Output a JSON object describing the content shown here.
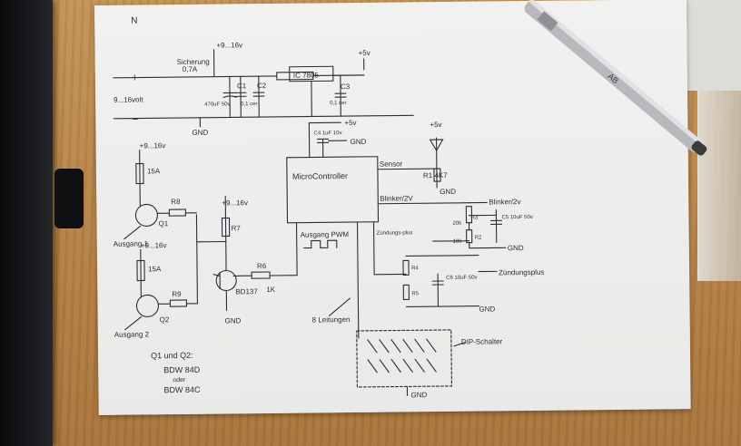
{
  "schematic": {
    "corner_mark": "N",
    "plus_sign": "+",
    "minus_sign": "−",
    "input_voltage": "9...16volt",
    "supply_pos_top": "+9...16v",
    "fuse_label": "Sicherung",
    "fuse_value": "0,7A",
    "c_elco": "470uF 50v",
    "c1": "C1",
    "c1_value": "0,1 cer",
    "c2": "C2",
    "regulator": "IC 7805",
    "c3": "C3",
    "c3_value": "0,1 cer",
    "plus5_top": "+5v",
    "gnd_top": "GND",
    "plus5_mcu": "+5v",
    "c4": "C4 1uF 10v",
    "gnd_mcu": "GND",
    "microcontroller": "MicroController",
    "sensor": "Sensor",
    "plus5_sensor": "+5v",
    "r1": "R1 4K7",
    "gnd_sensor": "GND",
    "blinker_2v": "Blinker/2V",
    "blinker_out": "Blinker/2v",
    "r3": "R3",
    "r3_value": "20k",
    "c5": "C5 10uF 50v",
    "r2": "R2",
    "r2_value": "10k",
    "gnd_c5": "GND",
    "zuendung_plus_left": "Zündungs-plus",
    "r4": "R4",
    "r5": "R5",
    "c6": "C6 10uF 50v",
    "zuendung_plus_out": "Zündungsplus",
    "gnd_c6": "GND",
    "pwm_label": "Ausgang PWM",
    "r6": "R6",
    "r6_value": "1K",
    "bd137": "BD137",
    "gnd_bd": "GND",
    "r7": "R7",
    "supply_r7": "+9...16v",
    "supply_q1": "+9...16v",
    "fuse_q1": "15A",
    "q1": "Q1",
    "r8": "R8",
    "ausgang1": "Ausgang 1",
    "supply_q2": "+9...16v",
    "fuse_q2": "15A",
    "q2": "Q2",
    "r9": "R9",
    "ausgang2": "Ausgang 2",
    "lines_label": "8 Leitungen",
    "dip_label": "DIP-Schalter",
    "gnd_dip": "GND",
    "note_line1": "Q1 und Q2:",
    "note_line2": "BDW 84D",
    "note_line3": "oder",
    "note_line4": "BDW 84C"
  },
  "pen": {
    "label": "AB"
  },
  "colors": {
    "ink": "#2b2d36",
    "paper": "#eeefed",
    "pen_body": "#b7b9bd"
  }
}
